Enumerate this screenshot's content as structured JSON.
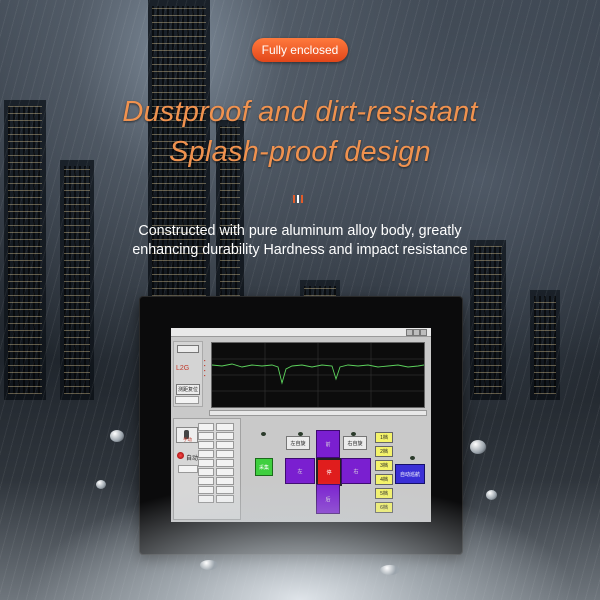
{
  "badge": "Fully enclosed",
  "headline": {
    "line1": "Dustproof and dirt-resistant",
    "line2": "Splash-proof design"
  },
  "description": {
    "line1": "Constructed with pure aluminum alloy body, greatly",
    "line2": "enhancing durability Hardness and impact resistance"
  },
  "colors": {
    "accent_orange": "#f0924f",
    "badge_orange": "#e2461a",
    "mark_colors": [
      "#e25b2a",
      "#ffffff",
      "#e25b2a"
    ],
    "waveform_green": "#5dd35d",
    "dpad_purple": "#7a1fd0",
    "dpad_center_red": "#e01d1d",
    "control_green": "#3fcf3f",
    "auto_blue": "#3a2fd6",
    "yellow_button": "#f4f36a"
  },
  "screen": {
    "logo": "L2G",
    "left_button": "测距复位",
    "auto_label": "自动",
    "manual_toggle": "手动",
    "move_button": "采集",
    "left_rotate": "左自旋",
    "right_rotate": "右自旋",
    "dpad": {
      "up": "前",
      "left": "左",
      "right": "右",
      "down": "后",
      "center": "停"
    },
    "gears": [
      "1档",
      "2档",
      "3档",
      "4档",
      "5档",
      "6档"
    ],
    "auto_button": "自动巡航"
  },
  "icons": [
    "power-knob-icon",
    "toggle-switch-icon",
    "status-lamp-icon"
  ]
}
